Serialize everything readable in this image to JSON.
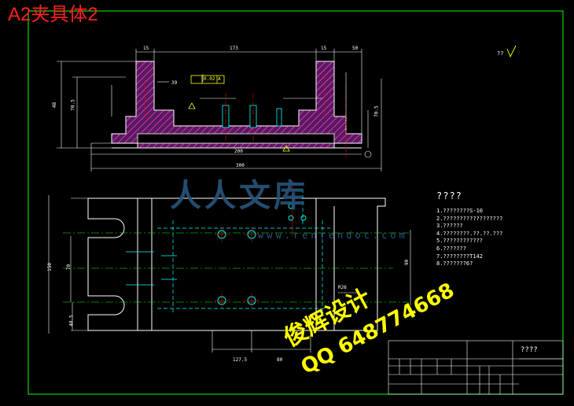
{
  "drawing": {
    "title": "A2夹具体2",
    "roughness_symbol": "??",
    "notes_heading": "????",
    "notes": [
      "1.????????S-10",
      "2.??????????????????",
      "3.??????",
      "4.????????.??.??.???",
      "5.????????????",
      "6.???????",
      "7.????????T142",
      "8.???????6?"
    ],
    "title_block_name": "????",
    "dimensions": {
      "top_15a": "15",
      "top_173": "173",
      "top_15b": "15",
      "top_50": "50",
      "d_39": "39",
      "d_48": "48",
      "d_70_5": "70.5",
      "d_200": "200",
      "d_300": "300",
      "d_70_5r": "70.5",
      "d_150": "150",
      "d_70": "70",
      "d_40_5": "40.5",
      "d_127_5": "127.5",
      "d_80": "80",
      "d_r26": "R26",
      "d_90": "90",
      "tolerance": "0.02 A"
    },
    "watermark": {
      "logo_cn": "人人文库",
      "logo_url": "www.renrendoc.com",
      "stamp1": "俊辉设计",
      "stamp2": "QQ 648774668"
    }
  }
}
